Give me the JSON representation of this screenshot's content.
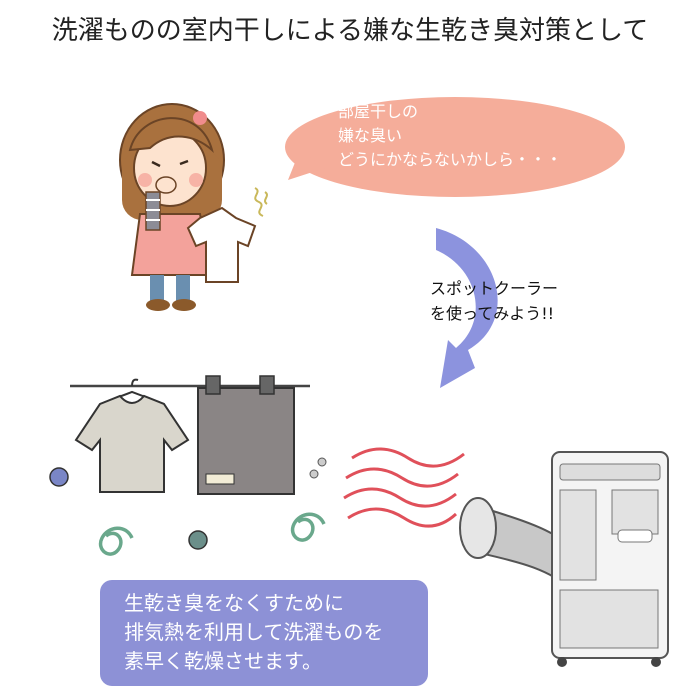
{
  "title": "洗濯ものの室内干しによる嫌な生乾き臭対策として",
  "speech_bubble": {
    "lines": [
      "部屋干しの",
      "嫌な臭い",
      "どうにかならないかしら・・・"
    ]
  },
  "arrow_caption": {
    "lines": [
      "スポットクーラー",
      "を使ってみよう!!"
    ]
  },
  "info_box": {
    "lines": [
      "生乾き臭をなくすために",
      "排気熱を利用して洗濯ものを",
      "素早く乾燥させます。"
    ]
  },
  "colors": {
    "bubble": "#f5ad9a",
    "arrow": "#8c93de",
    "info_box": "#8d91d6",
    "heat_waves": "#e0505a",
    "shirt": "#d9d6cc",
    "towel": "#8a8585"
  },
  "icons": [
    "woman-holding-nose-icon",
    "smelly-shirt-icon",
    "shirt-on-hanger-icon",
    "towel-on-clips-icon",
    "germ-icon",
    "swirl-icon",
    "spot-cooler-icon",
    "exhaust-hose-icon",
    "heat-wave-icon"
  ]
}
